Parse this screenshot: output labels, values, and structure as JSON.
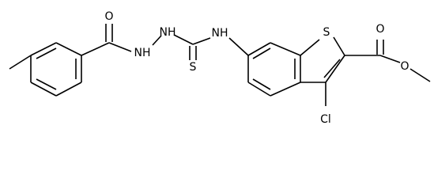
{
  "structure": {
    "atoms": {
      "carbonyl_o": "O",
      "hydrazide_nh_1": "NH",
      "hydrazide_nh_2": "NH",
      "thioamide_nh": "NH",
      "thione_s": "S",
      "ring_s": "S",
      "ester_carbonyl_o": "O",
      "ester_o": "O",
      "chloro": "Cl"
    }
  }
}
